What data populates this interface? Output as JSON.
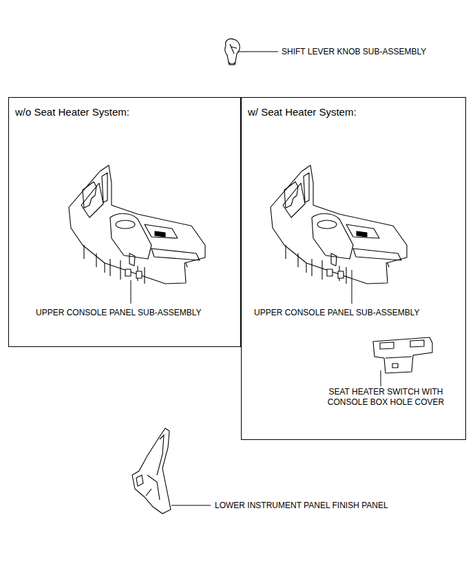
{
  "diagram": {
    "nodes": [
      {
        "text": [
          "w/o Seat Heater System:"
        ]
      },
      {
        "text": [
          "w/ Seat Heater System:"
        ]
      }
    ],
    "labels": [
      "SHIFT LEVER KNOB SUB-ASSEMBLY",
      "UPPER CONSOLE PANEL SUB-ASSEMBLY",
      "UPPER CONSOLE PANEL SUB-ASSEMBLY",
      "SEAT HEATER SWITCH WITH CONSOLE BOX HOLE COVER",
      "LOWER INSTRUMENT PANEL FINISH PANEL"
    ]
  }
}
